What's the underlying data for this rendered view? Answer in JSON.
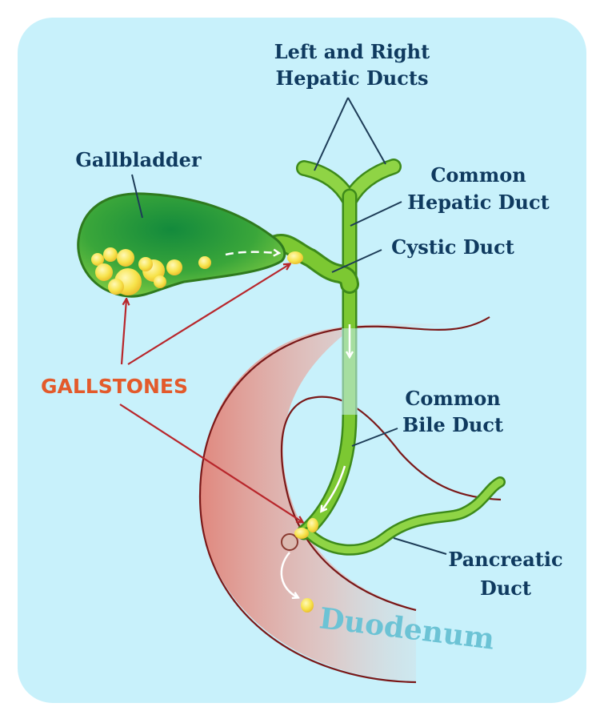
{
  "labels": {
    "hepatic_ducts_line1": "Left and Right",
    "hepatic_ducts_line2": "Hepatic Ducts",
    "gallbladder": "Gallbladder",
    "common_hepatic_line1": "Common",
    "common_hepatic_line2": "Hepatic Duct",
    "cystic_duct": "Cystic Duct",
    "gallstones": "GALLSTONES",
    "common_bile_line1": "Common",
    "common_bile_line2": "Bile Duct",
    "pancreatic_line1": "Pancreatic",
    "pancreatic_line2": "Duct",
    "duodenum": "Duodenum"
  },
  "colors": {
    "background_panel": "#c8f1fb",
    "duct_green": "#5fb323",
    "duct_dark": "#3d8a1a",
    "gallbladder_dark": "#1e8f3a",
    "stone_yellow": "#f7e34a",
    "leader_line": "#1d3c57",
    "gallstone_arrow": "#b8262b",
    "duodenum_outline": "#7a1818",
    "duodenum_fill": "#e08a80",
    "gallstones_text": "#e35a2b",
    "duodenum_text": "#6cc3d5"
  },
  "icons": {
    "flow_arrows": "white-flow-arrow-icon",
    "gallstones": "gallstone-icon"
  }
}
